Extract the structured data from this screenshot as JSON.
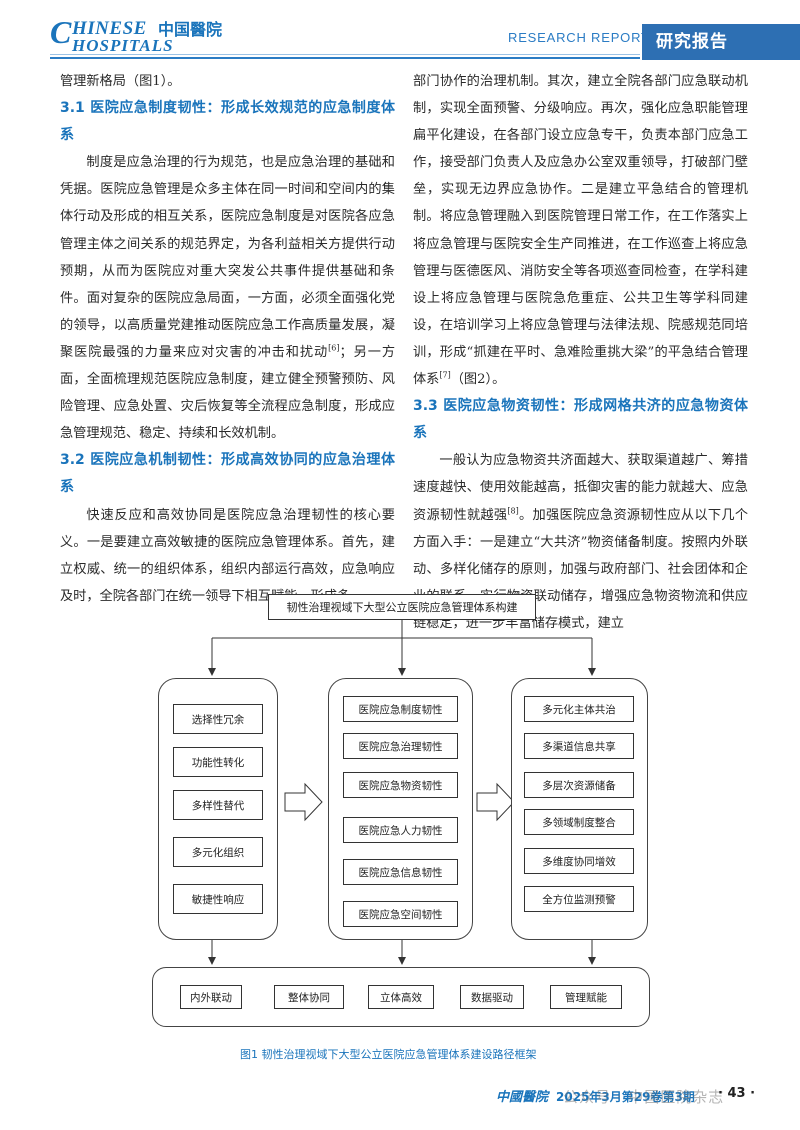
{
  "header": {
    "logo_c": "C",
    "logo_top": "HINESE",
    "logo_bottom": "HOSPITALS",
    "logo_cn": "中国醫院",
    "report_label": "RESEARCH REPORT",
    "section_tab": "研究报告"
  },
  "left_column": {
    "p0": "管理新格局（图1）。",
    "h31": "3.1  医院应急制度韧性：形成长效规范的应急制度体系",
    "p1a": "制度是应急治理的行为规范，也是应急治理的基础和凭据。医院应急管理是众多主体在同一时间和空间内的集体行动及形成的相互关系，医院应急制度是对医院各应急管理主体之间关系的规范界定，为各利益相关方提供行动预期，从而为医院应对重大突发公共事件提供基础和条件。面对复杂的医院应急局面，一方面，必须全面强化党的领导，以高质量党建推动医院应急工作高质量发展，凝聚医院最强的力量来应对灾害的冲击和扰动",
    "ref6": "[6]",
    "p1b": "；另一方面，全面梳理规范医院应急制度，建立健全预警预防、风险管理、应急处置、灾后恢复等全流程应急制度，形成应急管理规范、稳定、持续和长效机制。",
    "h32": "3.2  医院应急机制韧性：形成高效协同的应急治理体系",
    "p2": "快速反应和高效协同是医院应急治理韧性的核心要义。一是要建立高效敏捷的医院应急管理体系。首先，建立权威、统一的组织体系，组织内部运行高效，应急响应及时，全院各部门在统一领导下相互赋能，形成多"
  },
  "right_column": {
    "p3a": "部门协作的治理机制。其次，建立全院各部门应急联动机制，实现全面预警、分级响应。再次，强化应急职能管理扁平化建设，在各部门设立应急专干，负责本部门应急工作，接受部门负责人及应急办公室双重领导，打破部门壁垒，实现无边界应急协作。二是建立平急结合的管理机制。将应急管理融入到医院管理日常工作，在工作落实上将应急管理与医院安全生产同推进，在工作巡查上将应急管理与医德医风、消防安全等各项巡查同检查，在学科建设上将应急管理与医院急危重症、公共卫生等学科同建设，在培训学习上将应急管理与法律法规、院感规范同培训，形成“抓建在平时、急难险重挑大梁”的平急结合管理体系",
    "ref7": "[7]",
    "p3b": "（图2）。",
    "h33": "3.3  医院应急物资韧性：形成网格共济的应急物资体系",
    "p4a": "一般认为应急物资共济面越大、获取渠道越广、筹措速度越快、使用效能越高，抵御灾害的能力就越大、应急资源韧性就越强",
    "ref8": "[8]",
    "p4b": "。加强医院应急资源韧性应从以下几个方面入手：一是建立“大共济”物资储备制度。按照内外联动、多样化储存的原则，加强与政府部门、社会团体和企业的联系，实行物资联动储存，增强应急物资物流和供应链稳定，进一步丰富储存模式，建立"
  },
  "figure": {
    "title": "韧性治理视域下大型公立医院应急管理体系构建",
    "left_group": [
      "选择性冗余",
      "功能性转化",
      "多样性替代",
      "多元化组织",
      "敏捷性响应"
    ],
    "middle_group": [
      "医院应急制度韧性",
      "医院应急治理韧性",
      "医院应急物资韧性",
      "医院应急人力韧性",
      "医院应急信息韧性",
      "医院应急空间韧性"
    ],
    "right_group": [
      "多元化主体共治",
      "多渠道信息共享",
      "多层次资源储备",
      "多领域制度整合",
      "多维度协同增效",
      "全方位监测预警"
    ],
    "bottom_row": [
      "内外联动",
      "整体协同",
      "立体高效",
      "数据驱动",
      "管理赋能"
    ],
    "caption": "图1  韧性治理视域下大型公立医院应急管理体系建设路径框架"
  },
  "footer": {
    "magazine": "中國醫院",
    "issue": "2025年3月第29卷第3期",
    "page": "· 43 ·",
    "watermark": "公众号 · 中国医院杂志"
  }
}
